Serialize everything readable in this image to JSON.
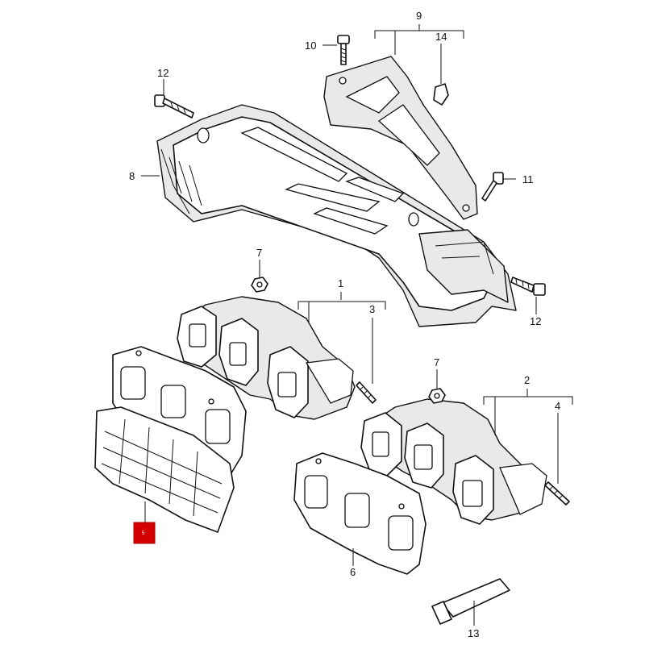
{
  "callouts": {
    "c1": "1",
    "c2": "2",
    "c3": "3",
    "c4": "4",
    "c5": "5",
    "c6": "6",
    "c7a": "7",
    "c7b": "7",
    "c8": "8",
    "c9": "9",
    "c10": "10",
    "c11": "11",
    "c12a": "12",
    "c12b": "12",
    "c13": "13",
    "c14": "14"
  },
  "highlight": {
    "color": "#d40000"
  }
}
